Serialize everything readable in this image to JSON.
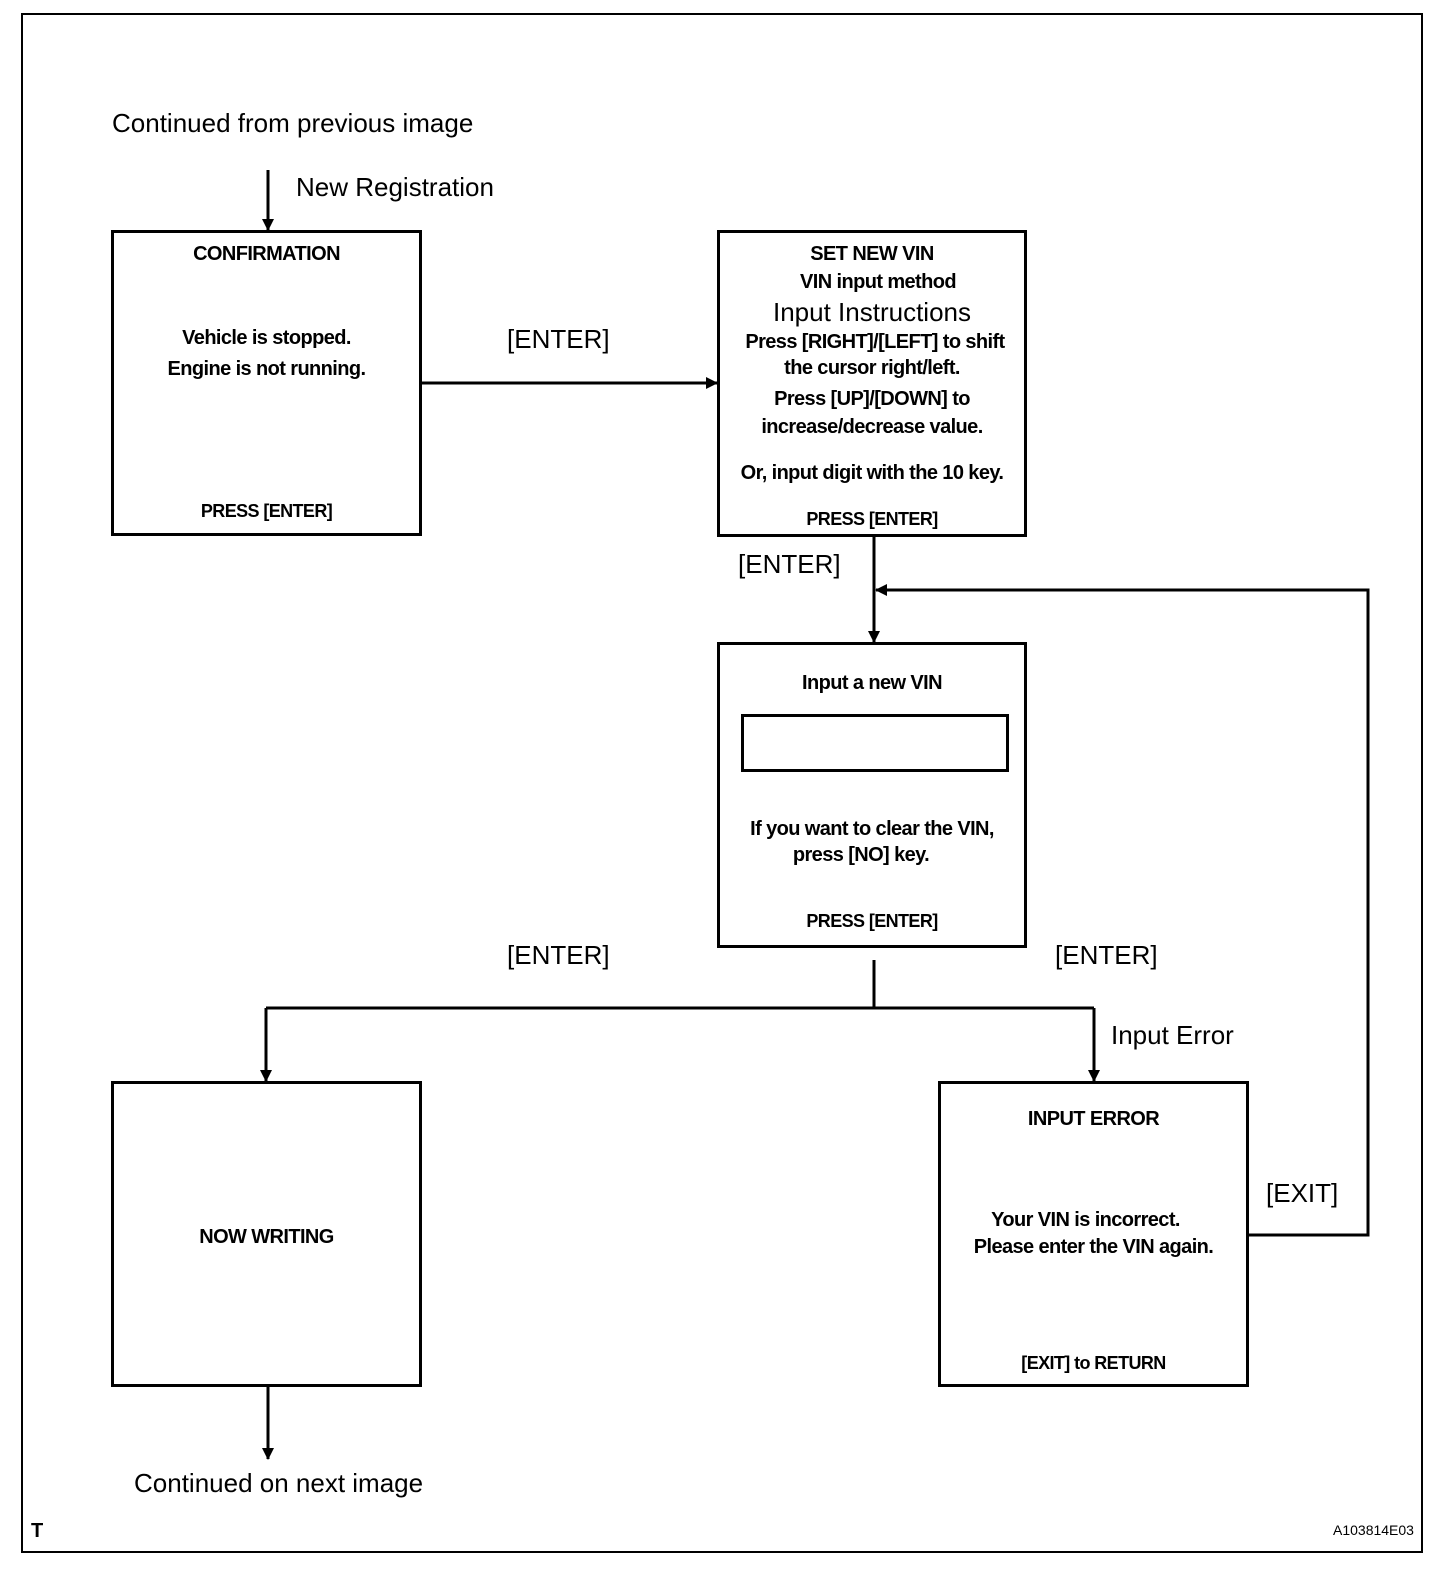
{
  "labels": {
    "continued_from": "Continued from previous image",
    "new_registration": "New Registration",
    "enter_1": "[ENTER]",
    "enter_2": "[ENTER]",
    "enter_3": "[ENTER]",
    "enter_4": "[ENTER]",
    "input_error": "Input Error",
    "exit": "[EXIT]",
    "continued_on": "Continued on next image"
  },
  "confirmation": {
    "title": "CONFIRMATION",
    "line1": "Vehicle is stopped.",
    "line2": "Engine is not running.",
    "footer": "PRESS [ENTER]"
  },
  "set_new_vin": {
    "title": "SET NEW VIN",
    "subtitle": "VIN input method",
    "instructions_heading": "Input Instructions",
    "line1": "Press [RIGHT]/[LEFT] to shift",
    "line2": "the cursor right/left.",
    "line3": "Press [UP]/[DOWN]  to",
    "line4": "increase/decrease value.",
    "line5": "Or, input digit with the 10 key.",
    "footer": "PRESS [ENTER]"
  },
  "input_vin": {
    "title": "Input a new VIN",
    "field_value": "",
    "line1": "If you want to clear the VIN,",
    "line2": "press [NO] key.",
    "footer": "PRESS [ENTER]"
  },
  "now_writing": {
    "title": "NOW WRITING"
  },
  "input_error_box": {
    "title": "INPUT  ERROR",
    "line1": "Your VIN is incorrect.",
    "line2": "Please enter the VIN again.",
    "footer": "[EXIT] to RETURN"
  },
  "corner": {
    "mark": "T",
    "code": "A103814E03"
  }
}
